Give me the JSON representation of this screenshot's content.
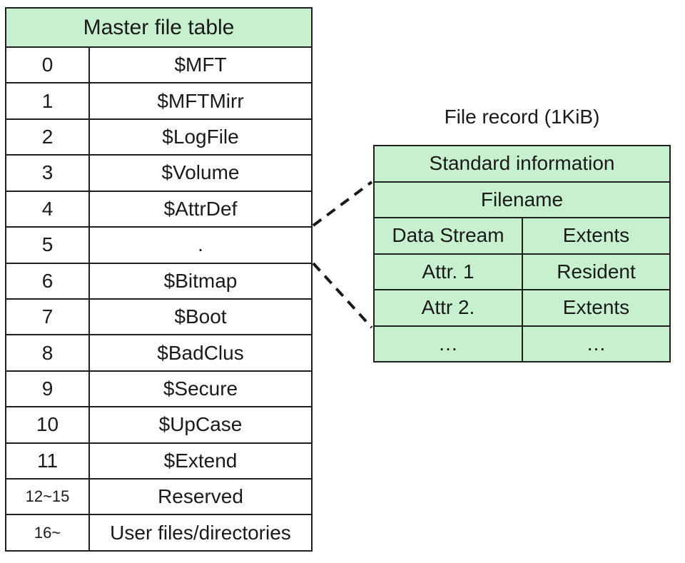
{
  "colors": {
    "cell_green": "#c7f0ce",
    "border": "#1f1f1f",
    "text": "#1a1a1a",
    "background": "#ffffff"
  },
  "mft_table": {
    "title": "Master file table",
    "rows": [
      {
        "index": "0",
        "name": "$MFT"
      },
      {
        "index": "1",
        "name": "$MFTMirr"
      },
      {
        "index": "2",
        "name": "$LogFile"
      },
      {
        "index": "3",
        "name": "$Volume"
      },
      {
        "index": "4",
        "name": "$AttrDef"
      },
      {
        "index": "5",
        "name": "."
      },
      {
        "index": "6",
        "name": "$Bitmap"
      },
      {
        "index": "7",
        "name": "$Boot"
      },
      {
        "index": "8",
        "name": "$BadClus"
      },
      {
        "index": "9",
        "name": "$Secure"
      },
      {
        "index": "10",
        "name": "$UpCase"
      },
      {
        "index": "11",
        "name": "$Extend"
      },
      {
        "index": "12~15",
        "name": "Reserved"
      },
      {
        "index": "16~",
        "name": "User files/directories"
      }
    ]
  },
  "file_record": {
    "title": "File record (1KiB)",
    "full_rows": [
      {
        "label": "Standard information"
      },
      {
        "label": "Filename"
      }
    ],
    "split_rows": [
      {
        "left": "Data Stream",
        "right": "Extents"
      },
      {
        "left": "Attr. 1",
        "right": "Resident"
      },
      {
        "left": "Attr 2.",
        "right": "Extents"
      },
      {
        "left": "…",
        "right": "…"
      }
    ]
  },
  "connectors": {
    "style": "dashed",
    "from_mft_row_index": "5",
    "to": "File record (1KiB)"
  }
}
